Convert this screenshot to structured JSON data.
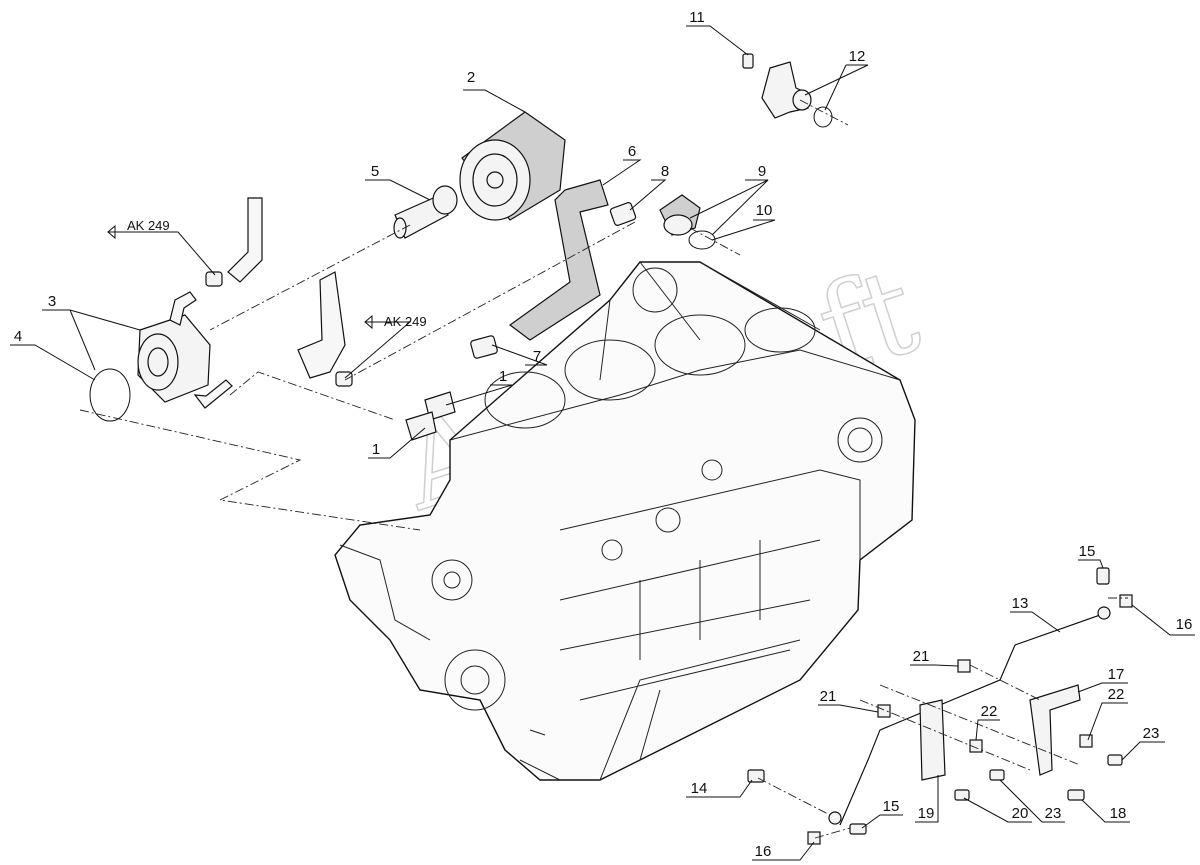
{
  "callouts": {
    "c1a": "1",
    "c1b": "1",
    "c2": "2",
    "c3": "3",
    "c4": "4",
    "c5": "5",
    "c6": "6",
    "c7": "7",
    "c8": "8",
    "c9": "9",
    "c10": "10",
    "c11": "11",
    "c12": "12",
    "c13": "13",
    "c14": "14",
    "c15a": "15",
    "c15b": "15",
    "c16a": "16",
    "c16b": "16",
    "c17": "17",
    "c18": "18",
    "c19": "19",
    "c20": "20",
    "c21a": "21",
    "c21b": "21",
    "c22a": "22",
    "c22b": "22",
    "c23a": "23",
    "c23b": "23"
  },
  "references": {
    "ref_a": "AK 249",
    "ref_b": "AK 249"
  },
  "watermark": "AutoSoft"
}
